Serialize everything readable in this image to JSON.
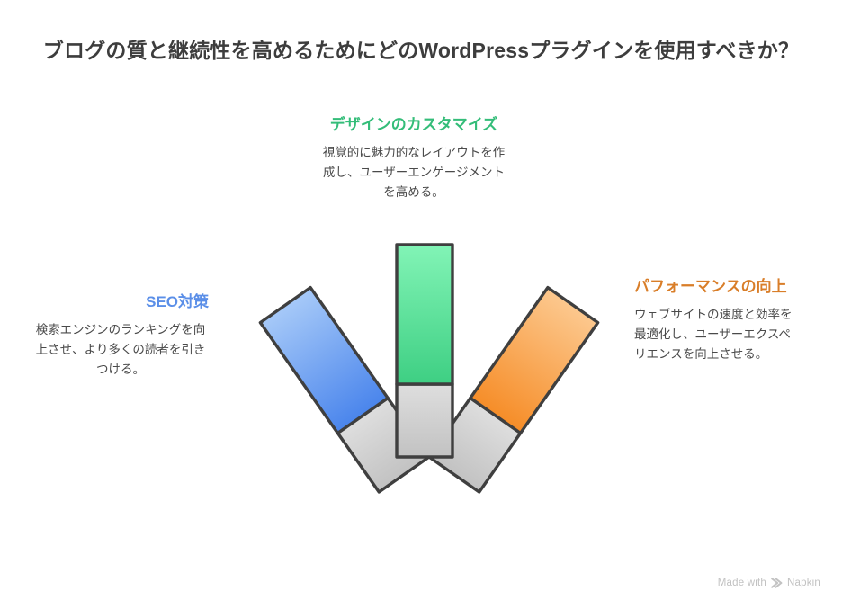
{
  "title": "ブログの質と継続性を高めるためにどのWordPressプラグインを使用すべきか？",
  "watermark": {
    "text_before": "Made with",
    "brand": "Napkin",
    "logo_icon": "napkin-chevrons-icon"
  },
  "colors": {
    "background": "#ffffff",
    "title_text": "#3d3d3d",
    "body_text": "#4a4a4a",
    "outline": "#3f3f3f",
    "base_gray_light": "#dcdcdc",
    "base_gray_dark": "#bdbdbd",
    "green_heading": "#34bd79",
    "green_light": "#80f3b5",
    "green_dark": "#3ecf83",
    "blue_heading": "#5b8fe8",
    "blue_light": "#a2c6f7",
    "blue_dark": "#4a85ec",
    "orange_heading": "#d97e29",
    "orange_light": "#fbc488",
    "orange_dark": "#f68d28"
  },
  "chart_data": {
    "type": "bar",
    "title": "ブログの質と継続性を高めるためにどのWordPressプラグインを使用すべきか？",
    "orientation": "radial-fan",
    "categories": [
      "SEO対策",
      "デザインのカスタマイズ",
      "パフォーマンスの向上"
    ],
    "values": [
      1,
      1,
      1
    ],
    "grid": false,
    "legend": "none"
  },
  "items": [
    {
      "key": "seo",
      "heading": "SEO対策",
      "description": "検索エンジンのランキングを向上させ、より多くの読者を引きつける。",
      "color": "#5b8fe8",
      "angle_deg": -35
    },
    {
      "key": "design",
      "heading": "デザインのカスタマイズ",
      "description": "視覚的に魅力的なレイアウトを作成し、ユーザーエンゲージメントを高める。",
      "color": "#34bd79",
      "angle_deg": 0
    },
    {
      "key": "performance",
      "heading": "パフォーマンスの向上",
      "description": "ウェブサイトの速度と効率を最適化し、ユーザーエクスペリエンスを向上させる。",
      "color": "#d97e29",
      "angle_deg": 35
    }
  ]
}
